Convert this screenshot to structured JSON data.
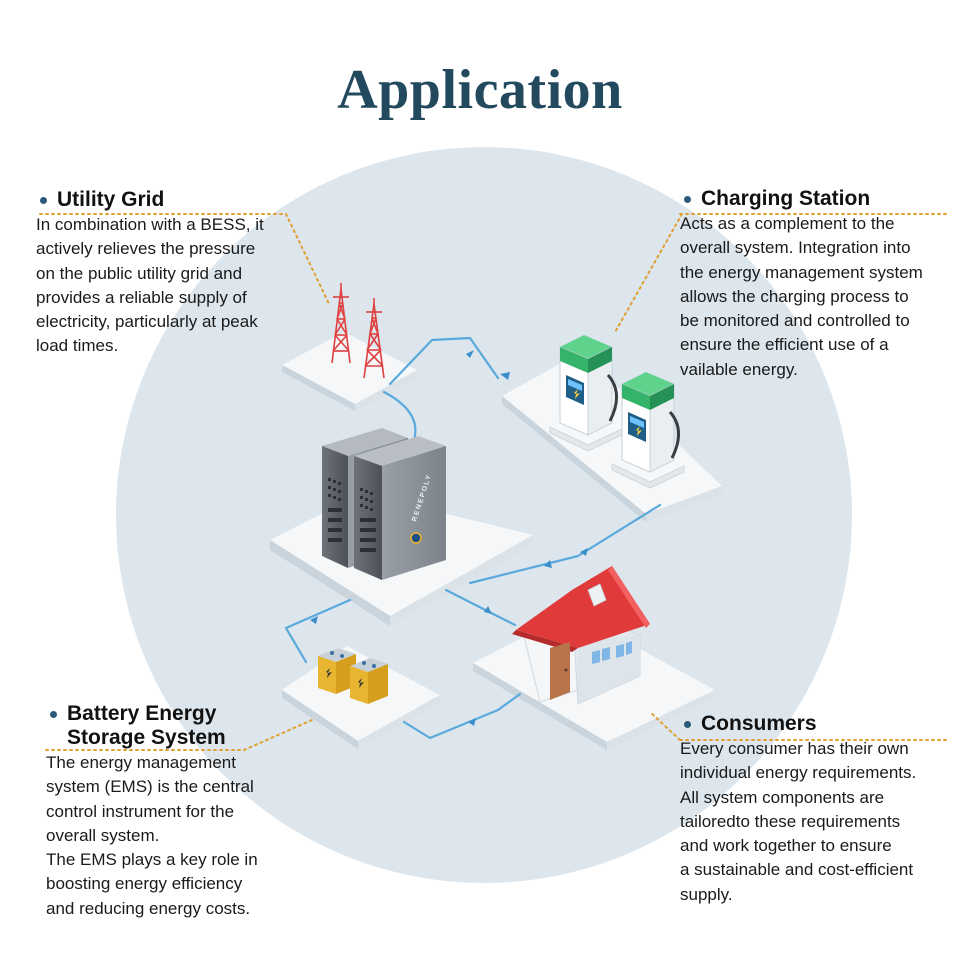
{
  "page": {
    "title": "Application"
  },
  "colors": {
    "title": "#23495f",
    "circle": "#dde6ec",
    "flow": "#5aa9dc",
    "leader": "#e0a030",
    "platform": "#f3f5f7",
    "station": "#34b36b",
    "roof": "#e03a3a",
    "tower": "#e04040",
    "module": "#e8b530"
  },
  "sections": {
    "utility_grid": {
      "heading": "Utility Grid",
      "body": "In combination with a BESS, it\nactively relieves the pressure\non the public utility grid and\nprovides a reliable supply of\nelectricity, particularly at peak\nload times."
    },
    "charging_station": {
      "heading": "Charging Station",
      "body": "Acts as a complement to the\noverall system. Integration into\nthe energy management system\nallows the charging process to\nbe monitored and controlled to\nensure the efficient use of a\nvailable energy."
    },
    "bess": {
      "heading": "Battery Energy\nStorage System",
      "body": "The energy management\nsystem (EMS) is the central\ncontrol instrument for the\noverall system.\nThe EMS plays a key role in\nboosting energy efficiency\nand reducing energy costs."
    },
    "consumers": {
      "heading": "Consumers",
      "body": "Every consumer has their own\nindividual energy requirements.\nAll system components are\ntailoredto these requirements\nand work together to ensure\na sustainable and cost-efficient\nsupply."
    }
  },
  "icons": [
    "transmission-tower-icon",
    "ev-charger-icon",
    "battery-cabinet-icon",
    "battery-module-icon",
    "house-icon",
    "flow-arrow-icon"
  ],
  "illustration": {
    "cabinet_brand": "RENEPOLY"
  }
}
